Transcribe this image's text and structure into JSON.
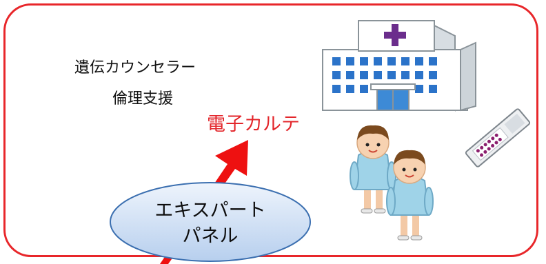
{
  "labels": {
    "genetic_counselor": "遺伝カウンセラー",
    "ethics_support": "倫理支援",
    "electronic_medical_record": "電子カルテ",
    "expert_panel_line1": "エキスパート",
    "expert_panel_line2": "パネル"
  },
  "colors": {
    "frame": "#e8262a",
    "arrow": "#ee1111",
    "emr_text": "#e3262b",
    "bubble_fill": "#c9dcf4",
    "bubble_stroke": "#3b6fb0"
  },
  "icons": [
    "hospital-icon",
    "patient-icon",
    "patient-icon",
    "specimen-slide-icon"
  ]
}
